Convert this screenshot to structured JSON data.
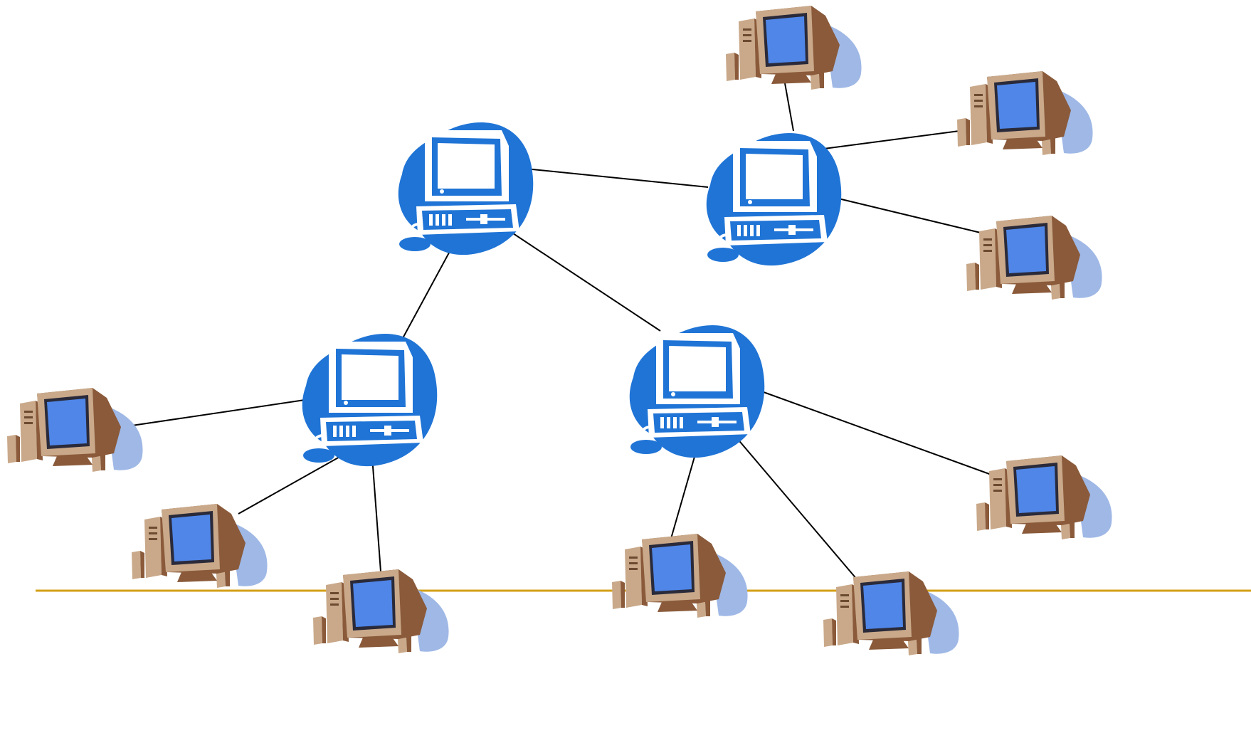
{
  "diagram": {
    "type": "tree-network-topology",
    "colors": {
      "background": "#ffffff",
      "hub_icon": "#1f74d6",
      "link_line": "#000000",
      "bus_line": "#d4a017",
      "client_screen": "#4f86e8",
      "client_case": "#c9a98a",
      "client_case_dark": "#8a5a3a",
      "client_shadow": "#9fb8e6"
    },
    "nodes": [
      {
        "id": "hub-root",
        "kind": "hub-computer",
        "icon": "blue-desktop-computer-icon"
      },
      {
        "id": "hub-upper-right",
        "kind": "hub-computer",
        "icon": "blue-desktop-computer-icon"
      },
      {
        "id": "hub-lower-left",
        "kind": "hub-computer",
        "icon": "blue-desktop-computer-icon"
      },
      {
        "id": "hub-lower-middle",
        "kind": "hub-computer",
        "icon": "blue-desktop-computer-icon"
      },
      {
        "id": "client-1",
        "kind": "client-computer",
        "icon": "beige-desktop-computer-icon"
      },
      {
        "id": "client-2",
        "kind": "client-computer",
        "icon": "beige-desktop-computer-icon"
      },
      {
        "id": "client-3",
        "kind": "client-computer",
        "icon": "beige-desktop-computer-icon"
      },
      {
        "id": "client-4",
        "kind": "client-computer",
        "icon": "beige-desktop-computer-icon"
      },
      {
        "id": "client-5",
        "kind": "client-computer",
        "icon": "beige-desktop-computer-icon"
      },
      {
        "id": "client-6",
        "kind": "client-computer",
        "icon": "beige-desktop-computer-icon"
      },
      {
        "id": "client-7",
        "kind": "client-computer",
        "icon": "beige-desktop-computer-icon"
      },
      {
        "id": "client-8",
        "kind": "client-computer",
        "icon": "beige-desktop-computer-icon"
      },
      {
        "id": "client-9",
        "kind": "client-computer",
        "icon": "beige-desktop-computer-icon"
      },
      {
        "id": "client-10",
        "kind": "client-computer",
        "icon": "beige-desktop-computer-icon"
      }
    ],
    "edges": [
      {
        "from": "hub-root",
        "to": "hub-upper-right"
      },
      {
        "from": "hub-root",
        "to": "hub-lower-left"
      },
      {
        "from": "hub-root",
        "to": "hub-lower-middle"
      },
      {
        "from": "hub-upper-right",
        "to": "client-1"
      },
      {
        "from": "hub-upper-right",
        "to": "client-2"
      },
      {
        "from": "hub-upper-right",
        "to": "client-3"
      },
      {
        "from": "hub-lower-left",
        "to": "client-4"
      },
      {
        "from": "hub-lower-left",
        "to": "client-5"
      },
      {
        "from": "hub-lower-left",
        "to": "client-6"
      },
      {
        "from": "hub-lower-middle",
        "to": "client-7"
      },
      {
        "from": "hub-lower-middle",
        "to": "client-8"
      },
      {
        "from": "hub-lower-middle",
        "to": "client-9"
      }
    ],
    "bus": {
      "kind": "horizontal-bus-line"
    }
  }
}
